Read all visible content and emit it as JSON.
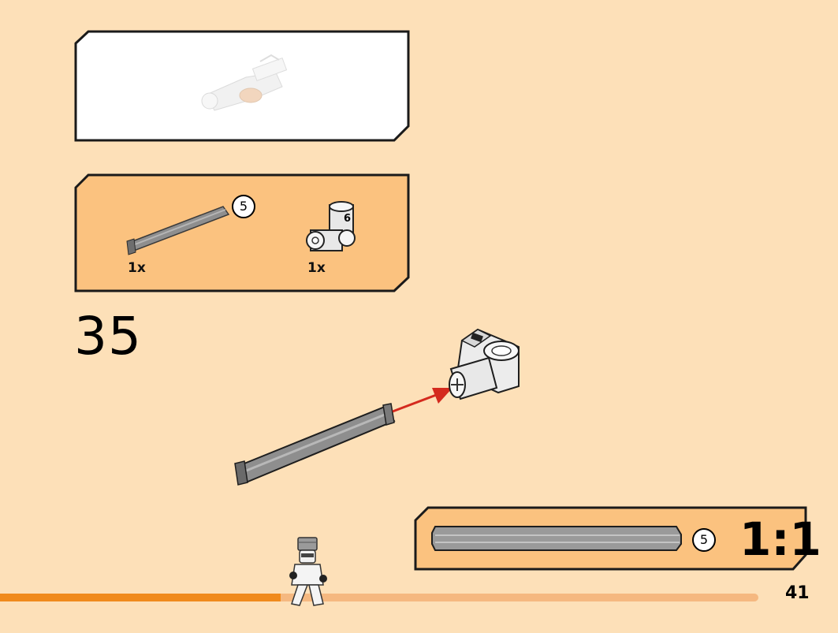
{
  "step": {
    "number": "35"
  },
  "parts_list": [
    {
      "name": "axle",
      "quantity": "1x",
      "length": "5"
    },
    {
      "name": "angle-connector",
      "quantity": "1x",
      "connector_number": "6"
    }
  ],
  "scale_panel": {
    "length": "5",
    "scale_text": "1:1"
  },
  "page": {
    "number": "41"
  },
  "progress": {
    "fraction": 0.37
  },
  "colors": {
    "background": "#fde0b8",
    "panel_fill": "#fbc27f",
    "progress_done": "#f08a1c",
    "progress_remaining": "#f5b880",
    "arrow": "#d42a1e",
    "axle_gray": "#8e8e8e"
  }
}
